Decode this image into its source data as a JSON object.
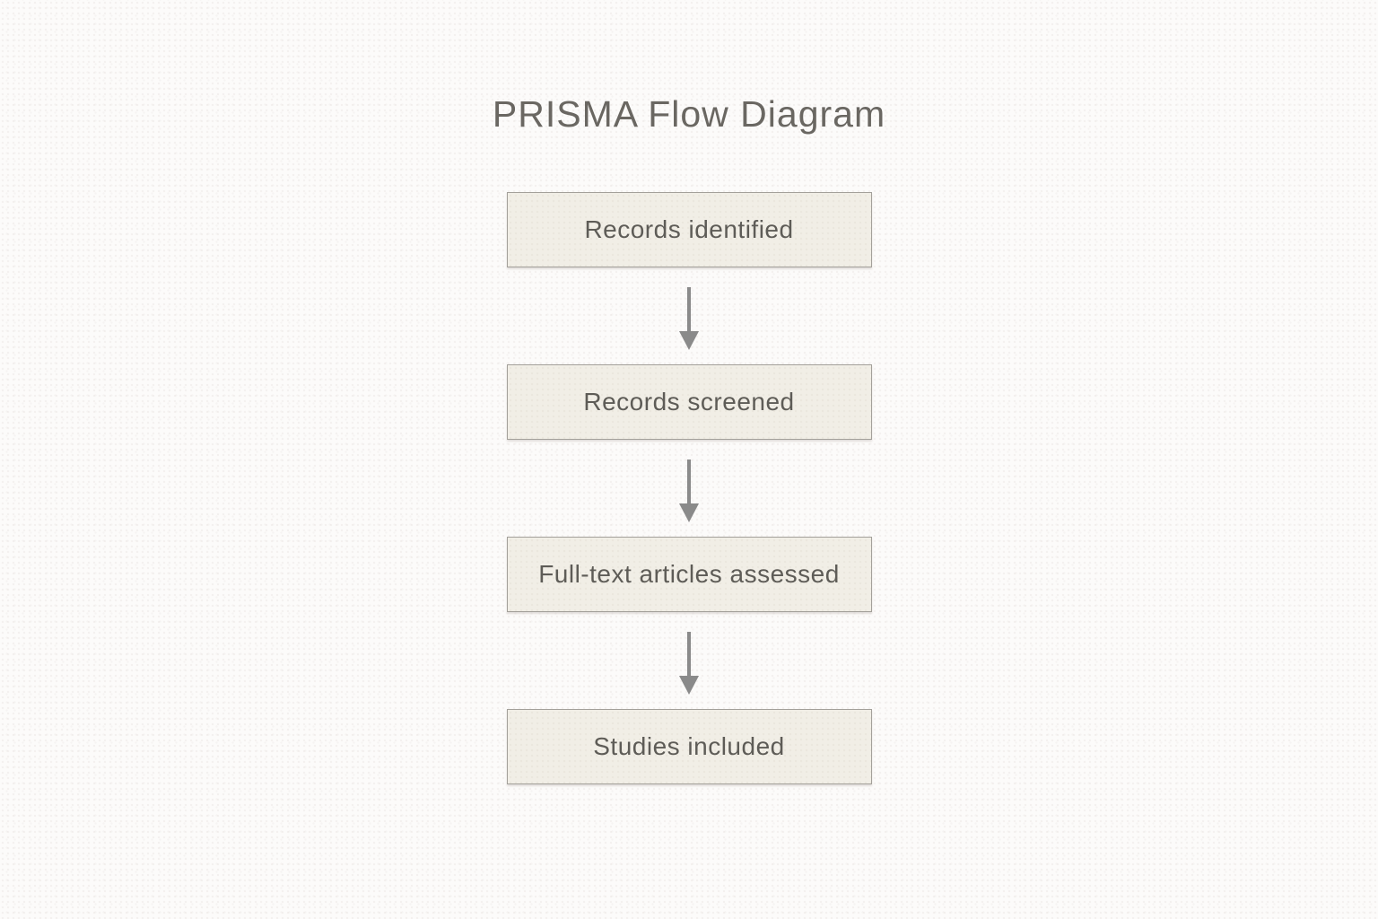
{
  "slide": {
    "title": "PRISMA Flow Diagram"
  },
  "flow": {
    "boxes": [
      {
        "id": "records-identified",
        "label": "Records identified"
      },
      {
        "id": "records-screened",
        "label": "Records screened"
      },
      {
        "id": "full-text-articles-assessed",
        "label": "Full-text articles assessed"
      },
      {
        "id": "studies-included",
        "label": "Studies included"
      }
    ],
    "connector_icon": "down-arrow-icon",
    "connector_count": 3
  },
  "colors": {
    "background": "#fcfbfa",
    "box_fill": "#f1eee6",
    "box_border": "#a3a09a",
    "box_text": "#5e5c57",
    "title_text": "#6a6762",
    "arrow": "#8a8a8a"
  }
}
